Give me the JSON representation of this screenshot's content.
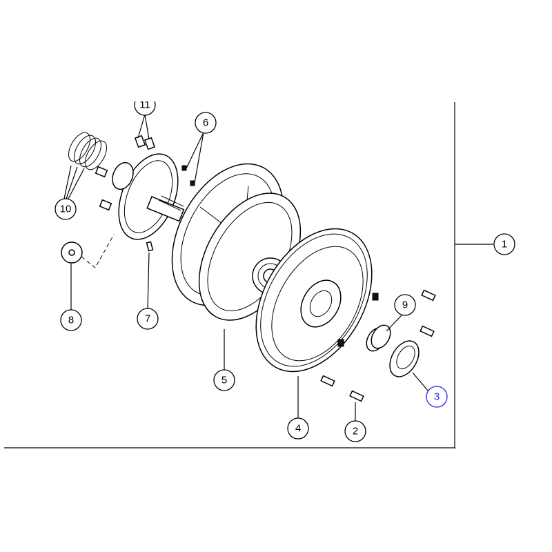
{
  "callouts": [
    {
      "id": "1",
      "label": "1"
    },
    {
      "id": "2",
      "label": "2"
    },
    {
      "id": "3",
      "label": "3",
      "highlighted": true
    },
    {
      "id": "4",
      "label": "4"
    },
    {
      "id": "5",
      "label": "5"
    },
    {
      "id": "6",
      "label": "6"
    },
    {
      "id": "7",
      "label": "7"
    },
    {
      "id": "8",
      "label": "8"
    },
    {
      "id": "9",
      "label": "9"
    },
    {
      "id": "10",
      "label": "10"
    },
    {
      "id": "11",
      "label": "11"
    }
  ],
  "colors": {
    "line": "#000000",
    "highlight": "#2a2ad8",
    "background": "#ffffff"
  }
}
